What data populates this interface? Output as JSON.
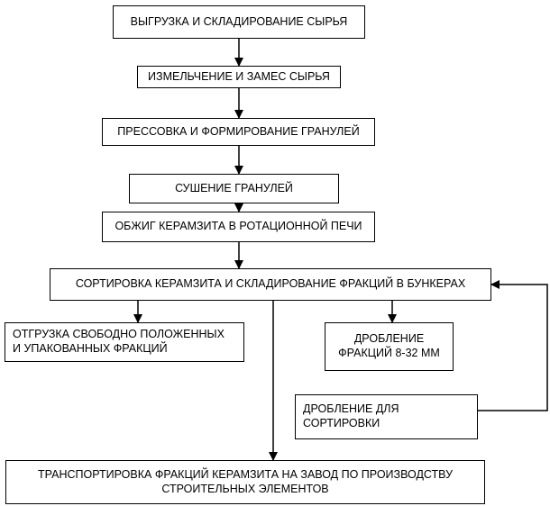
{
  "flowchart": {
    "steps": {
      "unloading": "ВЫГРУЗКА И СКЛАДИРОВАНИЕ СЫРЬЯ",
      "grinding": "ИЗМЕЛЬЧЕНИЕ И ЗАМЕС СЫРЬЯ",
      "pressing": "ПРЕССОВКА И ФОРМИРОВАНИЕ ГРАНУЛЕЙ",
      "drying": "СУШЕНИЕ ГРАНУЛЕЙ",
      "firing": "ОБЖИГ КЕРАМЗИТА В РОТАЦИОННОЙ ПЕЧИ",
      "sorting": "СОРТИРОВКА КЕРАМЗИТА И СКЛАДИРОВАНИЕ ФРАКЦИЙ В БУНКЕРАХ",
      "shipping": "ОТГРУЗКА СВОБОДНО ПОЛОЖЕННЫХ\nИ УПАКОВАННЫХ ФРАКЦИЙ",
      "crushing_fractions": "ДРОБЛЕНИЕ\nФРАКЦИЙ 8-32 ММ",
      "crushing_for_sorting": "ДРОБЛЕНИЕ ДЛЯ\nСОРТИРОВКИ",
      "transport": "ТРАНСПОРТИРОВКА ФРАКЦИЙ КЕРАМЗИТА НА ЗАВОД ПО ПРОИЗВОДСТВУ\nСТРОИТЕЛЬНЫХ ЭЛЕМЕНТОВ"
    },
    "colors": {
      "stroke": "#000000",
      "background": "#ffffff"
    }
  }
}
